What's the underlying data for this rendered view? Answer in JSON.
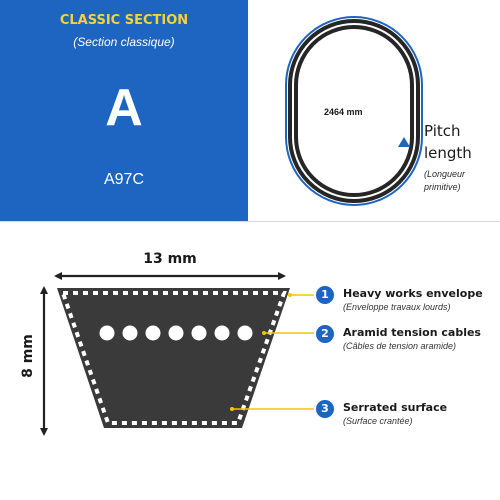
{
  "header": {
    "section_title": "CLASSIC SECTION",
    "section_subtitle": "(Section classique)",
    "section_letter": "A",
    "model_code": "A97C"
  },
  "belt_loop": {
    "length_label": "2464 mm",
    "pitch_label": "Pitch length",
    "pitch_label_line1": "Pitch",
    "pitch_label_line2": "length",
    "pitch_sublabel": "(Longueur primitive)",
    "pitch_sublabel_line1": "(Longueur",
    "pitch_sublabel_line2": "primitive)"
  },
  "cross_section": {
    "width_label": "13 mm",
    "height_label": "8 mm"
  },
  "callouts": [
    {
      "number": "1",
      "title": "Heavy works envelope",
      "subtitle": "(Enveloppe travaux lourds)"
    },
    {
      "number": "2",
      "title": "Aramid tension cables",
      "subtitle": "(Câbles de tension aramide)"
    },
    {
      "number": "3",
      "title": "Serrated surface",
      "subtitle": "(Surface crantée)"
    }
  ],
  "colors": {
    "brand_blue": "#1d65c1",
    "title_yellow": "#f7d13a",
    "belt_dark": "#3a3a3a",
    "leader_yellow": "#f5c300"
  },
  "icons": {
    "belt_loop": "v-belt-loop-icon",
    "direction_arrow": "arrow-icon"
  }
}
